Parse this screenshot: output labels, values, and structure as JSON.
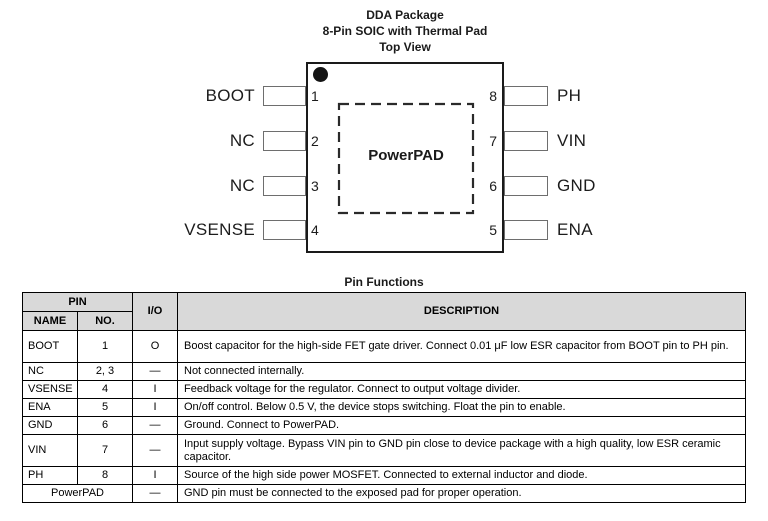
{
  "package_diagram": {
    "title_line1": "DDA Package",
    "title_line2": "8-Pin SOIC with Thermal Pad",
    "title_line3": "Top View",
    "powerpad_label": "PowerPAD",
    "left_pins": [
      {
        "label": "BOOT",
        "number": "1"
      },
      {
        "label": "NC",
        "number": "2"
      },
      {
        "label": "NC",
        "number": "3"
      },
      {
        "label": "VSENSE",
        "number": "4"
      }
    ],
    "right_pins": [
      {
        "label": "PH",
        "number": "8"
      },
      {
        "label": "VIN",
        "number": "7"
      },
      {
        "label": "GND",
        "number": "6"
      },
      {
        "label": "ENA",
        "number": "5"
      }
    ]
  },
  "pin_table": {
    "title": "Pin Functions",
    "headers": {
      "pin": "PIN",
      "name": "NAME",
      "no": "NO.",
      "io": "I/O",
      "description": "DESCRIPTION"
    },
    "rows": [
      {
        "name": "BOOT",
        "no": "1",
        "io": "O",
        "description": "Boost capacitor for the high-side FET gate driver. Connect 0.01 μF low ESR capacitor from BOOT pin to PH pin."
      },
      {
        "name": "NC",
        "no": "2, 3",
        "io": "—",
        "description": "Not connected internally."
      },
      {
        "name": "VSENSE",
        "no": "4",
        "io": "I",
        "description": "Feedback voltage for the regulator. Connect to output voltage divider."
      },
      {
        "name": "ENA",
        "no": "5",
        "io": "I",
        "description": "On/off control. Below 0.5 V, the device stops switching. Float the pin to enable."
      },
      {
        "name": "GND",
        "no": "6",
        "io": "—",
        "description": "Ground. Connect to PowerPAD."
      },
      {
        "name": "VIN",
        "no": "7",
        "io": "—",
        "description": "Input supply voltage. Bypass VIN pin to GND pin close to device package with a high quality, low ESR ceramic capacitor."
      },
      {
        "name": "PH",
        "no": "8",
        "io": "I",
        "description": "Source of the high side power MOSFET. Connected to external inductor and diode."
      },
      {
        "name": "PowerPAD",
        "no": "",
        "io": "—",
        "description": "GND pin must be connected to the exposed pad for proper operation."
      }
    ]
  },
  "colors": {
    "table_header_fill": "#d9d9d9",
    "border": "#000000",
    "pad_outline": "#6e6e6e"
  }
}
